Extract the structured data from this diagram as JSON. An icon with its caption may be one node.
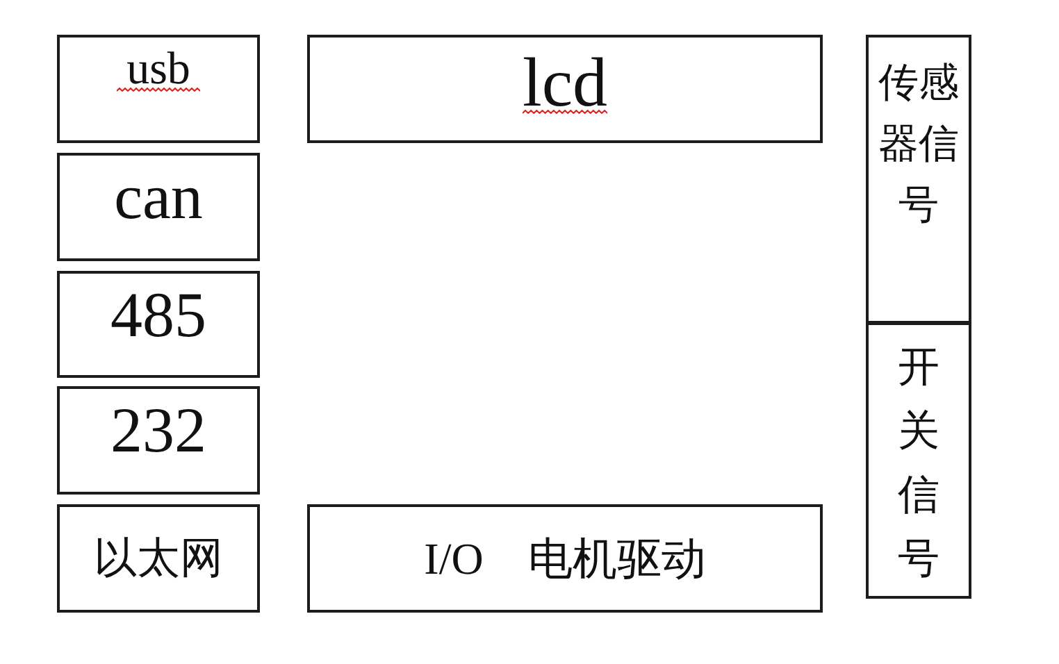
{
  "diagram": {
    "nodes": [
      {
        "text": [
          "usb"
        ]
      },
      {
        "text": [
          "lcd"
        ]
      },
      {
        "text": [
          "传感器信号"
        ]
      },
      {
        "text": [
          "can"
        ]
      },
      {
        "text": [
          "485"
        ]
      },
      {
        "text": [
          "232"
        ]
      },
      {
        "text": [
          "以太网"
        ]
      },
      {
        "text": [
          "I/O　电机驱动"
        ]
      },
      {
        "text": [
          "开关信号"
        ]
      }
    ]
  }
}
